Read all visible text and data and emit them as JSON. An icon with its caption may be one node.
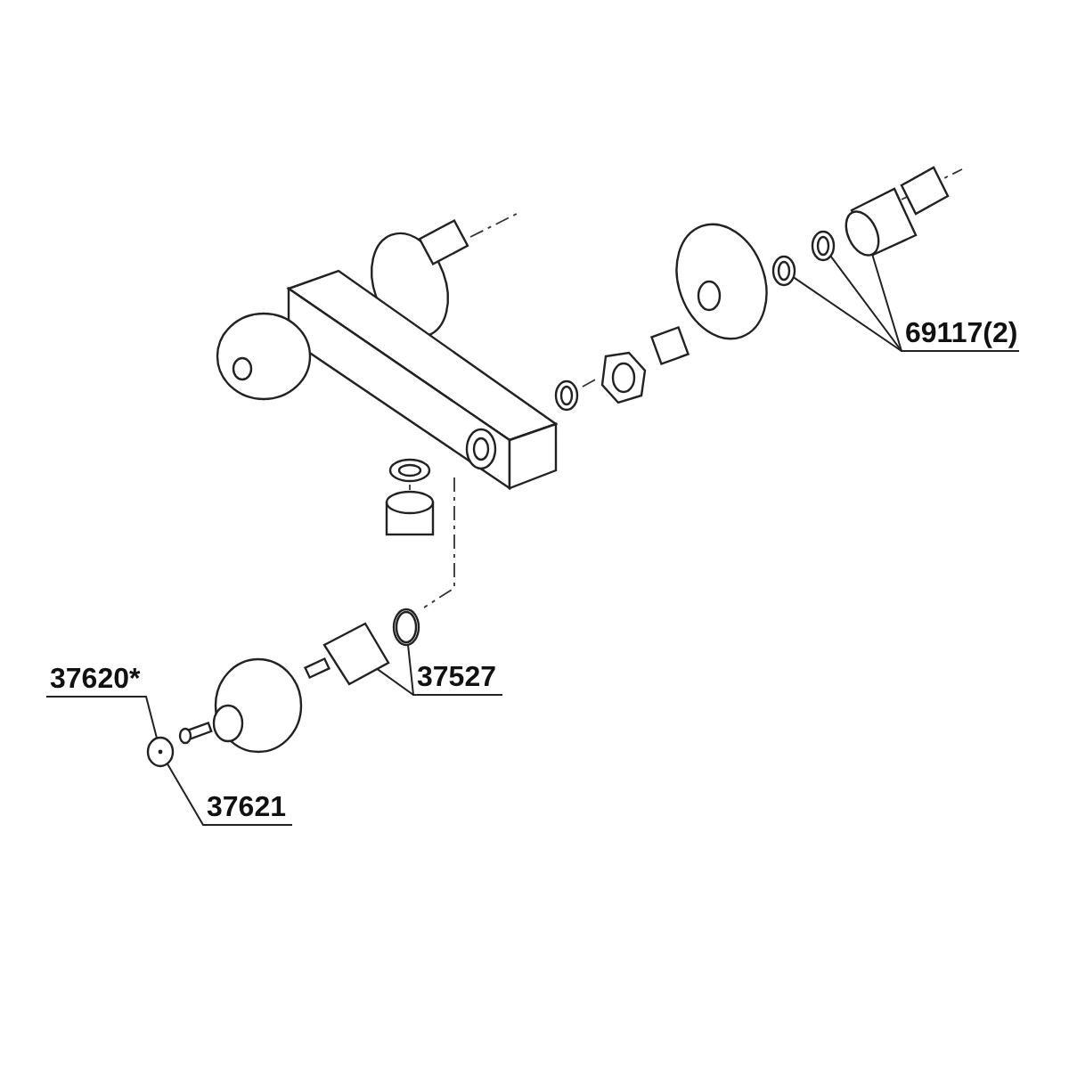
{
  "diagram": {
    "nodes": [
      {
        "text": [
          "69117(2)"
        ]
      },
      {
        "text": [
          "37527"
        ]
      },
      {
        "text": [
          "37620*"
        ]
      },
      {
        "text": [
          "37621"
        ]
      },
      {
        "text": [],
        "shape": "picture"
      },
      {
        "text": [],
        "shape": "picture"
      },
      {
        "text": [],
        "shape": "picture"
      },
      {
        "text": [],
        "shape": "picture"
      },
      {
        "text": [],
        "shape": "picture"
      },
      {
        "text": [],
        "shape": "picture"
      }
    ],
    "edges": [
      {
        "from": 0,
        "to": 4,
        "arrow": "none"
      },
      {
        "from": 0,
        "to": 5,
        "arrow": "none"
      },
      {
        "from": 0,
        "to": 6,
        "arrow": "none"
      },
      {
        "from": 1,
        "to": 7,
        "arrow": "none"
      },
      {
        "from": 1,
        "to": 8,
        "arrow": "none"
      },
      {
        "from": 2,
        "to": 9,
        "arrow": "none"
      },
      {
        "from": 3,
        "to": 9,
        "arrow": "none"
      }
    ]
  }
}
